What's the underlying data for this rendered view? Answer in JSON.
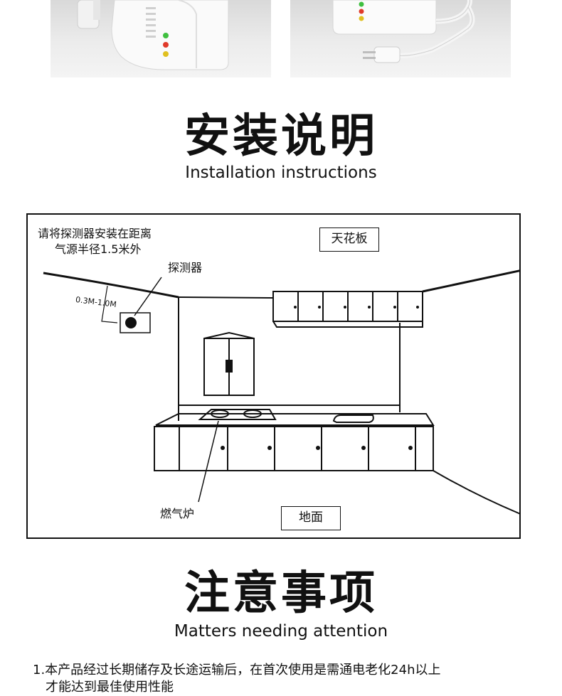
{
  "section1": {
    "title_cn": "安装说明",
    "title_en": "Installation instructions"
  },
  "diagram": {
    "install_note_line1": "请将探测器安装在距离",
    "install_note_line2": "气源半径1.5米外",
    "ceiling_label": "天花板",
    "detector_label": "探测器",
    "distance_label": "0.3M-1.0M",
    "stove_label": "燃气炉",
    "floor_label": "地面"
  },
  "section2": {
    "title_cn": "注意事项",
    "title_en": "Matters needing attention"
  },
  "notes": {
    "item1_line1": "1.本产品经过长期储存及长途运输后，在首次使用是需通电老化24h以上",
    "item1_line2": "才能达到最佳使用性能"
  },
  "colors": {
    "led_green": "#3fbf3f",
    "led_red": "#e03a2a",
    "led_yellow": "#e0c020",
    "line": "#111111"
  }
}
